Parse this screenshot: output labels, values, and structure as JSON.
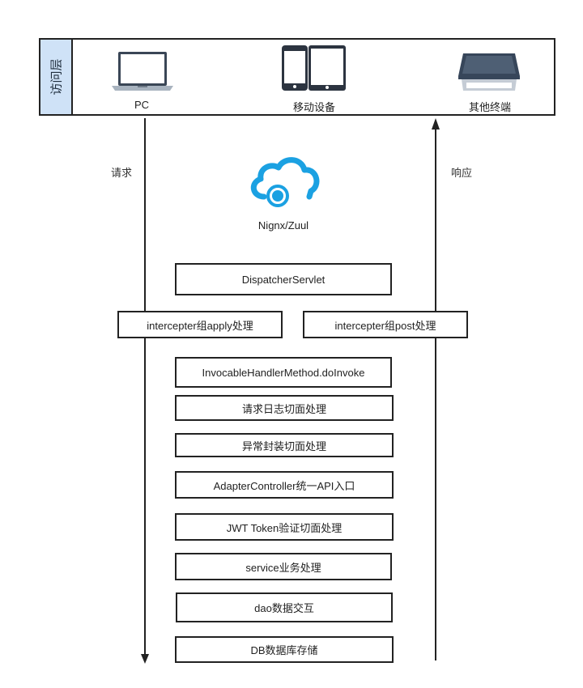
{
  "access_layer": {
    "label": "访问层",
    "devices": [
      {
        "name": "PC",
        "icon": "laptop-icon"
      },
      {
        "name": "移动设备",
        "icon": "mobile-devices-icon"
      },
      {
        "name": "其他终端",
        "icon": "terminal-icon"
      }
    ]
  },
  "flow": {
    "request_label": "请求",
    "response_label": "响应"
  },
  "gateway": {
    "label": "Nignx/Zuul",
    "icon": "cloud-icon",
    "color": "#1ba1e2"
  },
  "steps": {
    "dispatcher": "DispatcherServlet",
    "interceptor_apply": "intercepter组apply处理",
    "interceptor_post": "intercepter组post处理",
    "invoke": "InvocableHandlerMethod.doInvoke",
    "request_log": "请求日志切面处理",
    "exception_wrap": "异常封装切面处理",
    "adapter": "AdapterController统一API入口",
    "jwt": "JWT Token验证切面处理",
    "service": "service业务处理",
    "dao": "dao数据交互",
    "db": "DB数据库存储"
  }
}
